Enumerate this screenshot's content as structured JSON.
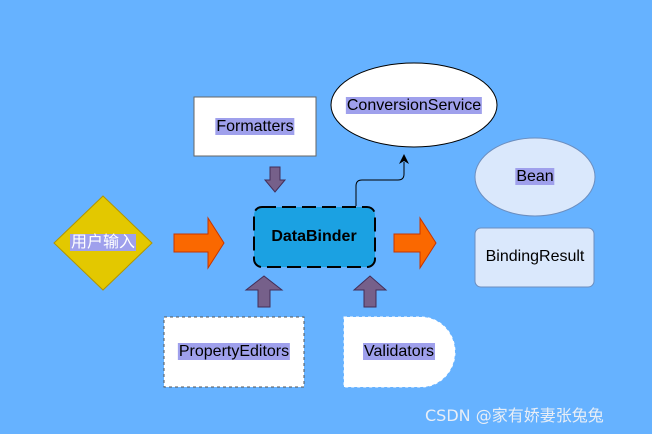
{
  "nodes": {
    "user_input": "用户输入",
    "formatters": "Formatters",
    "conversion_service": "ConversionService",
    "databinder": "DataBinder",
    "bean": "Bean",
    "binding_result": "BindingResult",
    "property_editors": "PropertyEditors",
    "validators": "Validators"
  },
  "watermark": "CSDN @家有娇妻张兔兔",
  "colors": {
    "background": "#66b2ff",
    "diamond": "#e3c800",
    "databinder_fill": "#1ba1e2",
    "orange_arrow": "#fa6800",
    "purple_arrow": "#76608a",
    "label_highlight": "#9fa0ec",
    "bean_fill": "#dae8fc"
  }
}
